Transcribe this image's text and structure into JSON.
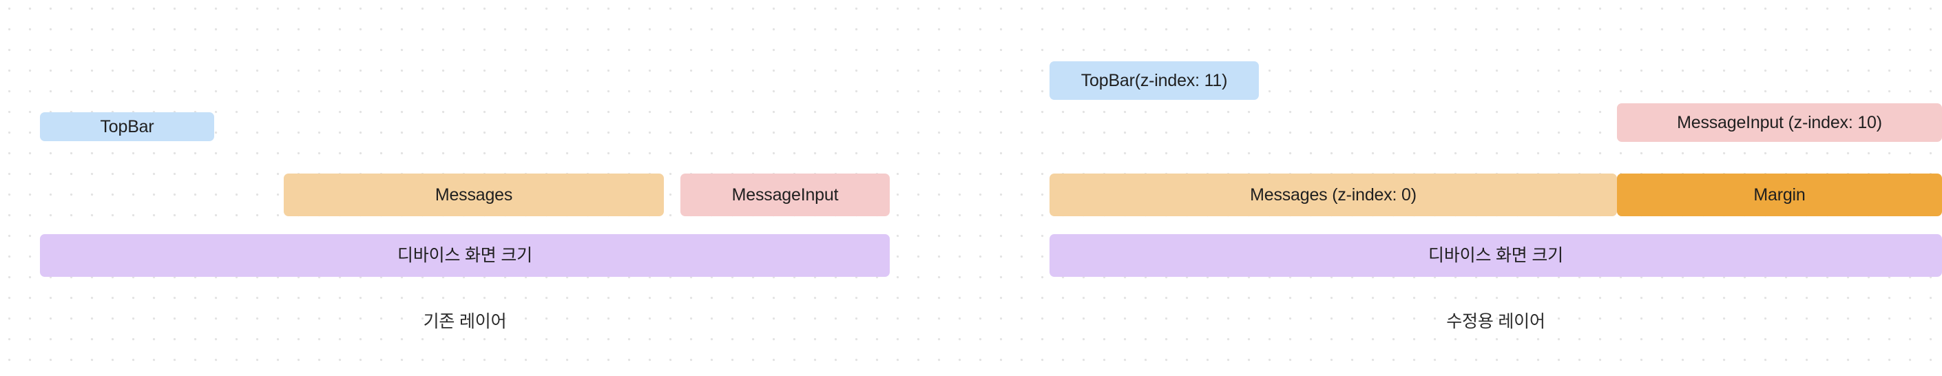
{
  "canvas": {
    "background_color": "#ffffff",
    "grid_dot_color": "#e3e3e3"
  },
  "panels": [
    {
      "id": "existing",
      "caption": "기존 레이어",
      "blocks": [
        {
          "name": "topbar",
          "label": "TopBar",
          "color": "#c5e0f9"
        },
        {
          "name": "messages",
          "label": "Messages",
          "color": "#f5d2a0"
        },
        {
          "name": "messageinput",
          "label": "MessageInput",
          "color": "#f5cbcb"
        },
        {
          "name": "device",
          "label": "디바이스 화면 크기",
          "color": "#ddc7f7"
        }
      ]
    },
    {
      "id": "revised",
      "caption": "수정용 레이어",
      "blocks": [
        {
          "name": "topbar",
          "label": "TopBar(z-index: 11)",
          "color": "#c5e0f9"
        },
        {
          "name": "messageinput",
          "label": "MessageInput (z-index: 10)",
          "color": "#f5cbcb"
        },
        {
          "name": "messages",
          "label": "Messages (z-index: 0)",
          "color": "#f5d2a0"
        },
        {
          "name": "margin",
          "label": "Margin",
          "color": "#efa83c"
        },
        {
          "name": "device",
          "label": "디바이스 화면 크기",
          "color": "#ddc7f7"
        }
      ]
    }
  ]
}
